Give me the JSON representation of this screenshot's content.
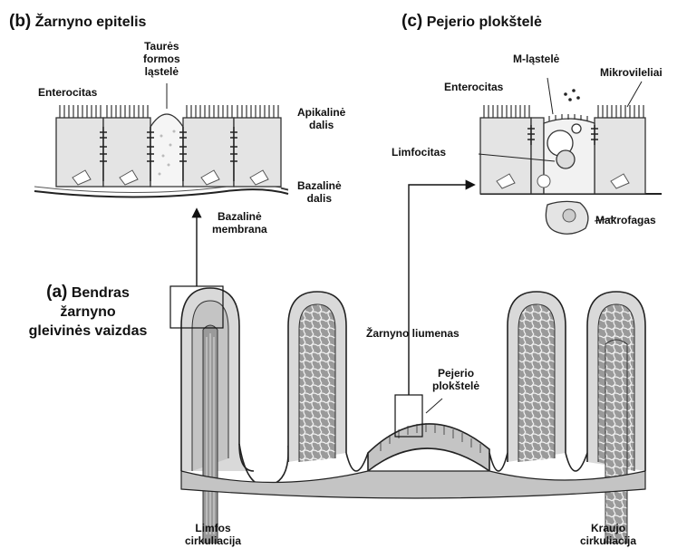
{
  "panels": {
    "b": {
      "letter": "(b)",
      "title": "Žarnyno epitelis"
    },
    "c": {
      "letter": "(c)",
      "title": "Pejerio plokštelė"
    },
    "a": {
      "letter": "(a)",
      "title_line1": "Bendras",
      "title_line2": "žarnyno",
      "title_line3": "gleivinės vaizdas"
    }
  },
  "labels": {
    "b_enterocitas": "Enterocitas",
    "taures_1": "Taurės",
    "taures_2": "formos",
    "taures_3": "ląstelė",
    "apikaline_1": "Apikalinė",
    "apikaline_2": "dalis",
    "bazaline_1": "Bazalinė",
    "bazaline_2": "dalis",
    "bazaline_membrana_1": "Bazalinė",
    "bazaline_membrana_2": "membrana",
    "m_lastele": "M-ląstelė",
    "mikrovileliai": "Mikrovileliai",
    "c_enterocitas": "Enterocitas",
    "limfocitas": "Limfocitas",
    "makrofagas": "Makrofagas",
    "liumenas": "Žarnyno liumenas",
    "pejerio_1": "Pejerio",
    "pejerio_2": "plokštelė",
    "limfos_1": "Limfos",
    "limfos_2": "cirkuliacija",
    "kraujo_1": "Kraujo",
    "kraujo_2": "cirkuliacija"
  },
  "colors": {
    "cell_fill": "#e4e4e4",
    "cell_stroke": "#333333",
    "lamina": "#c4c4c4",
    "vessel": "#8c8c8c",
    "ink": "#111111"
  }
}
